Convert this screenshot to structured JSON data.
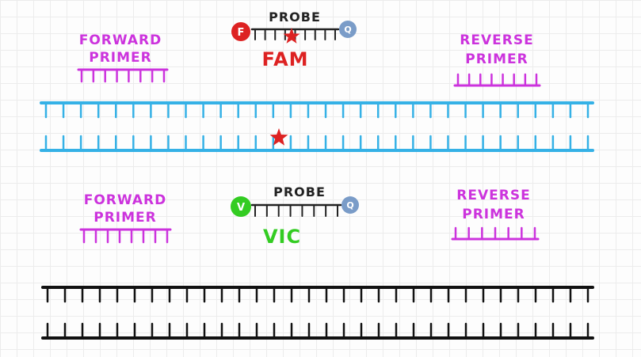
{
  "colors": {
    "primer": "#cc33dd",
    "fam": "#dd2222",
    "vic": "#33cc22",
    "quencher": "#7a9cc8",
    "dna_top": "#35b1e6",
    "dna_bottom": "#111111",
    "ink": "#222222"
  },
  "panel_fam": {
    "forward_line1": "FORWARD",
    "forward_line2": "PRIMER",
    "reverse_line1": "REVERSE",
    "reverse_line2": "PRIMER",
    "probe_label": "PROBE",
    "fluor_letter": "F",
    "quencher_letter": "Q",
    "dye_label": "FAM"
  },
  "panel_vic": {
    "forward_line1": "FORWARD",
    "forward_line2": "PRIMER",
    "reverse_line1": "REVERSE",
    "reverse_line2": "PRIMER",
    "probe_label": "PROBE",
    "fluor_letter": "V",
    "quencher_letter": "Q",
    "dye_label": "VIC"
  },
  "icons": {
    "star": "star-icon",
    "fluorophore": "fluorophore-circle-icon",
    "quencher": "quencher-circle-icon"
  }
}
